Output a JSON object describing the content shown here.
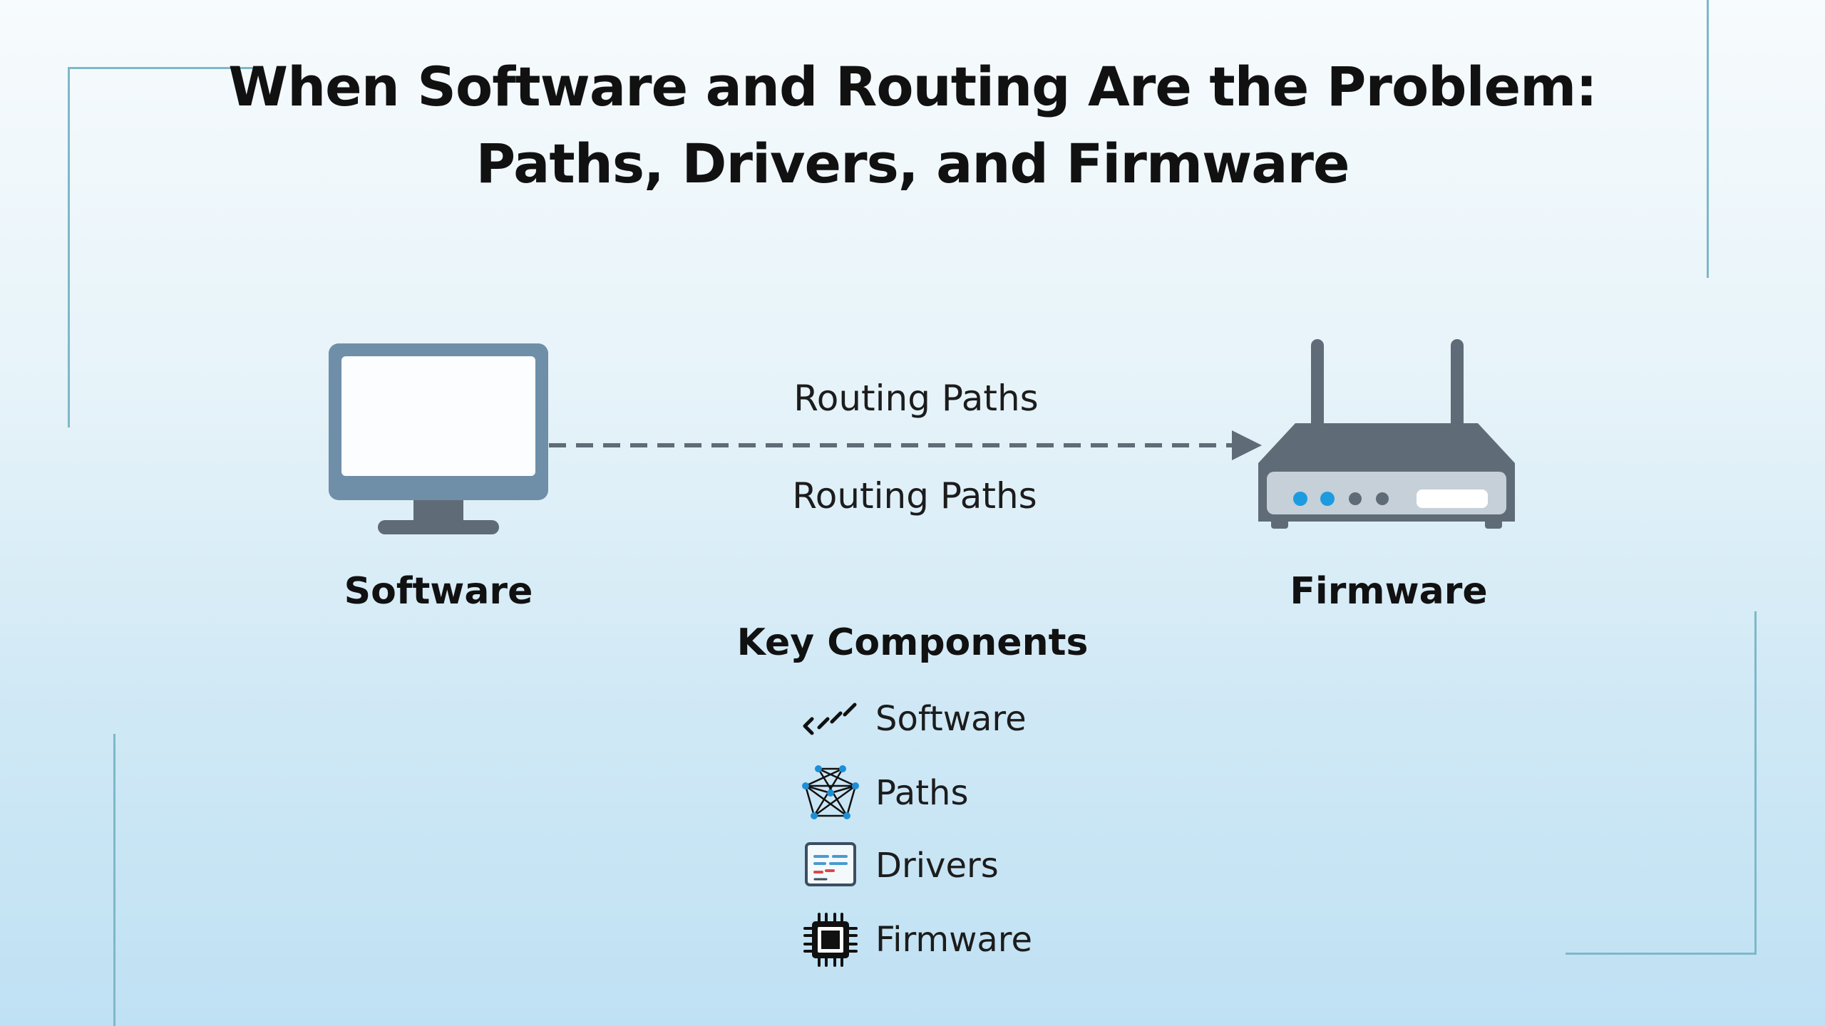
{
  "title": {
    "line1": "When Software and Routing Are the Problem:",
    "line2": "Paths, Drivers, and Firmware"
  },
  "diagram": {
    "source_label": "Software",
    "target_label": "Firmware",
    "route_label_top": "Routing Paths",
    "route_label_bottom": "Routing Paths"
  },
  "key_components": {
    "heading": "Key Components",
    "items": [
      {
        "label": "Software",
        "icon": "code-slashes-icon"
      },
      {
        "label": "Paths",
        "icon": "network-graph-icon"
      },
      {
        "label": "Drivers",
        "icon": "driver-window-icon"
      },
      {
        "label": "Firmware",
        "icon": "chip-icon"
      }
    ]
  },
  "colors": {
    "device_gray": "#5f6b76",
    "monitor_frame": "#6f8ea8",
    "led_blue": "#1d9be0",
    "frame_line": "#7db8c8"
  }
}
